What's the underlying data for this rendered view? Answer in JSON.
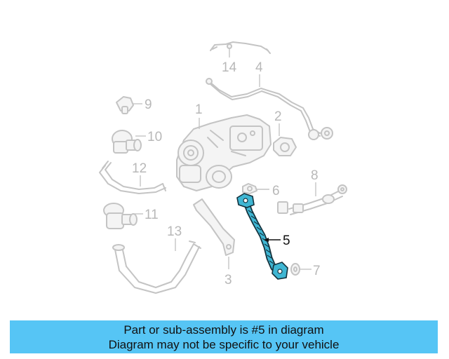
{
  "callouts": {
    "c1": "1",
    "c2": "2",
    "c3": "3",
    "c4": "4",
    "c5": "5",
    "c6": "6",
    "c7": "7",
    "c8": "8",
    "c9": "9",
    "c10": "10",
    "c11": "11",
    "c12": "12",
    "c13": "13",
    "c14": "14"
  },
  "highlight": {
    "part": "5",
    "fill_color": "#3fb6d3",
    "outline_color": "#14313c"
  },
  "ghost_color": "#c4c4c4",
  "banner": {
    "line1": "Part or sub-assembly is #5 in diagram",
    "line2": "Diagram may not be specific to your vehicle",
    "background": "#56c5f5"
  }
}
